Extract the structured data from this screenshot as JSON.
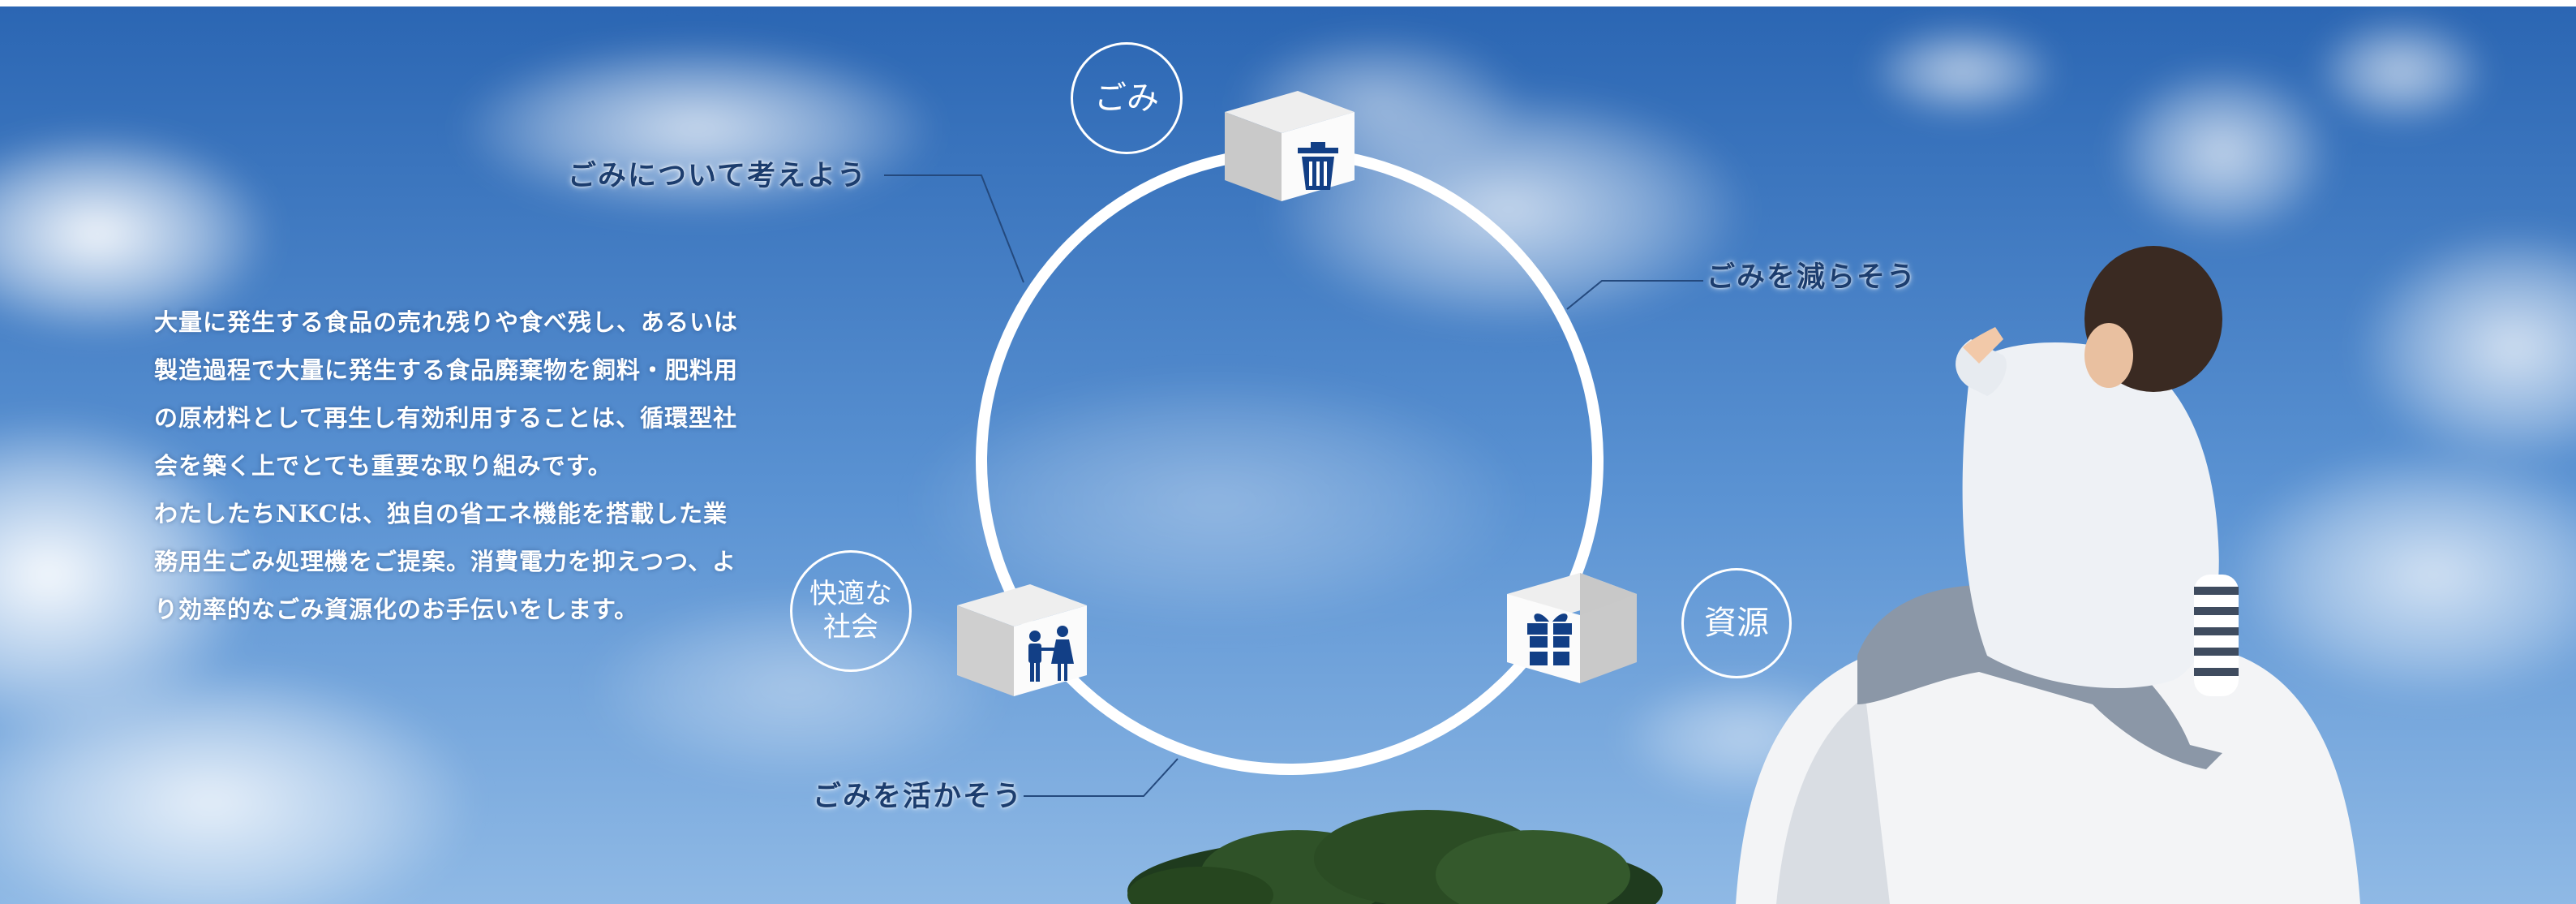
{
  "hero": {
    "callouts": {
      "think": "ごみについて考えよう",
      "reduce": "ごみを減らそう",
      "utilize": "ごみを活かそう"
    },
    "nodes": {
      "gomi": "ごみ",
      "shigen": "資源",
      "shakai_line1": "快適な",
      "shakai_line2": "社会"
    },
    "description": {
      "paragraph1": "大量に発生する食品の売れ残りや食べ残し、あるいは製造過程で大量に発生する食品廃棄物を飼料・肥料用の原材料として再生し有効利用することは、循環型社会を築く上でとても重要な取り組みです。",
      "paragraph2": "わたしたちNKCは、独自の省エネ機能を搭載した業務用生ごみ処理機をご提案。消費電力を抑えつつ、より効率的なごみ資源化のお手伝いをします。"
    },
    "icons": [
      "trash-can-icon",
      "gift-box-icon",
      "people-icon"
    ],
    "colors": {
      "sky_top": "#2f6db8",
      "sky_bottom": "#8bb6e3",
      "callout_text": "#1c3d6e",
      "icon_navy": "#123f86",
      "cube_grey": "#c8c8c8"
    }
  }
}
